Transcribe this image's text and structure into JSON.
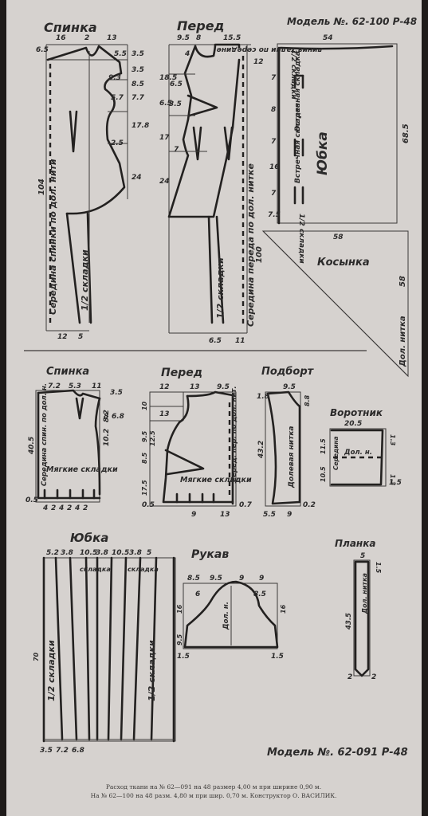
{
  "top": {
    "model": "Модель №. 62-100 Р-48",
    "back": {
      "title": "Спинка",
      "nums": [
        "6.5",
        "16",
        "2",
        "13",
        "5.5",
        "3.5",
        "9.3",
        "5.7",
        "2.5",
        "3.5",
        "8.5",
        "7.7",
        "17.8",
        "24",
        "12",
        "5"
      ],
      "long": "Середина спинки по дол. нити",
      "folds": "1/2 складки",
      "length": "104"
    },
    "front": {
      "title": "Перед",
      "nums": [
        "9.5",
        "8",
        "15.5",
        "18.5",
        "4",
        "6.5",
        "6.5",
        "3.5",
        "7",
        "17",
        "24",
        "12",
        "6.5",
        "11"
      ],
      "long": "Середина переда по дол. нитке",
      "folds": "1/2 складки",
      "length": "100"
    },
    "skirt": {
      "waist": "54",
      "title": "Юбка",
      "waist_label": "линия талии по середине",
      "inner": "1/2 складки",
      "fold1": "Встречная складка",
      "fold2": "Встречная складка",
      "hem": "1/2 складки",
      "side": [
        "7",
        "8",
        "7",
        "16",
        "7",
        "7.5"
      ],
      "height": "68.5"
    },
    "kerchief": {
      "title": "Косынка",
      "top": "58",
      "side": "58",
      "grain": "Дол. нитка"
    }
  },
  "bottom": {
    "back": {
      "title": "Спинка",
      "nums": [
        "7.2",
        "5.3",
        "11",
        "3.5",
        "8",
        "6.8",
        "40.5",
        "10.2",
        "8.2",
        "0.5",
        "4",
        "2",
        "4",
        "2",
        "4",
        "2"
      ],
      "long": "Середина спин. по дол. н.",
      "pleats": "Мягкие складки"
    },
    "front": {
      "title": "Перед",
      "nums": [
        "12",
        "13",
        "9.5",
        "10",
        "13",
        "9.5",
        "12.5",
        "8.5",
        "17.5",
        "0.5",
        "9",
        "13",
        "0.7"
      ],
      "long": "Серед. пер. по дол. нит.",
      "pleats": "Мягкие складки"
    },
    "facing": {
      "title": "Подборт",
      "nums": [
        "1.8",
        "9.5",
        "8.8",
        "43.2",
        "5.5",
        "9",
        "0.2"
      ],
      "grain": "Долевая нитка"
    },
    "collar": {
      "title": "Воротник",
      "nums": [
        "20.5",
        "1.3",
        "11.5",
        "1.3",
        "10.5",
        "1.5"
      ],
      "grain": "Дол. н.",
      "mid": "Середина"
    },
    "skirt": {
      "title": "Юбка",
      "nums": [
        "5.2",
        "3.8",
        "10.5",
        "3.8",
        "10.5",
        "3.8",
        "5",
        "70",
        "3.5",
        "7.2",
        "6.8"
      ],
      "fold_top1": "складка",
      "fold_top2": "складка",
      "fold_left": "1/2 складки",
      "fold_right": "1/2 складки"
    },
    "sleeve": {
      "title": "Рукав",
      "nums": [
        "8.5",
        "9.5",
        "9",
        "9",
        "6",
        "8.5",
        "16",
        "16",
        "9.5",
        "1.5",
        "1.5"
      ],
      "grain": "Дол. н."
    },
    "strap": {
      "title": "Планка",
      "nums": [
        "5",
        "1.5",
        "43.5",
        "2",
        "2"
      ],
      "grain": "Дол. нитка"
    },
    "model": "Модель №. 62-091 Р-48"
  },
  "footer": {
    "line1": "Расход ткани на № 62—091 на 48 размер 4,00 м при ширине 0,90 м.",
    "line2": "На № 62—100 на 48 разм. 4,80 м при шир. 0,70 м. Конструктор О. ВАСИЛИК."
  }
}
